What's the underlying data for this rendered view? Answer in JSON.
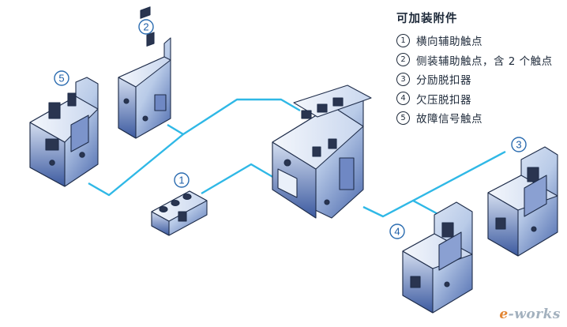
{
  "legend": {
    "title": "可加装附件",
    "items": [
      {
        "num": "①",
        "label": "横向辅助触点"
      },
      {
        "num": "②",
        "label": "侧装辅助触点，含 2 个触点"
      },
      {
        "num": "③",
        "label": "分励脱扣器"
      },
      {
        "num": "④",
        "label": "欠压脱扣器"
      },
      {
        "num": "⑤",
        "label": "故障信号触点"
      }
    ]
  },
  "badges": {
    "b1": "1",
    "b2": "2",
    "b3": "3",
    "b4": "4",
    "b5": "5"
  },
  "watermark": {
    "prefix": "e",
    "text": "-works"
  },
  "colors": {
    "connector_line": "#2fb8e6",
    "badge_stroke": "#2b6cb0",
    "device_body_light": "#dfe8f6",
    "device_body_dark": "#3e5fa8",
    "device_outline": "#1f2d4a"
  }
}
